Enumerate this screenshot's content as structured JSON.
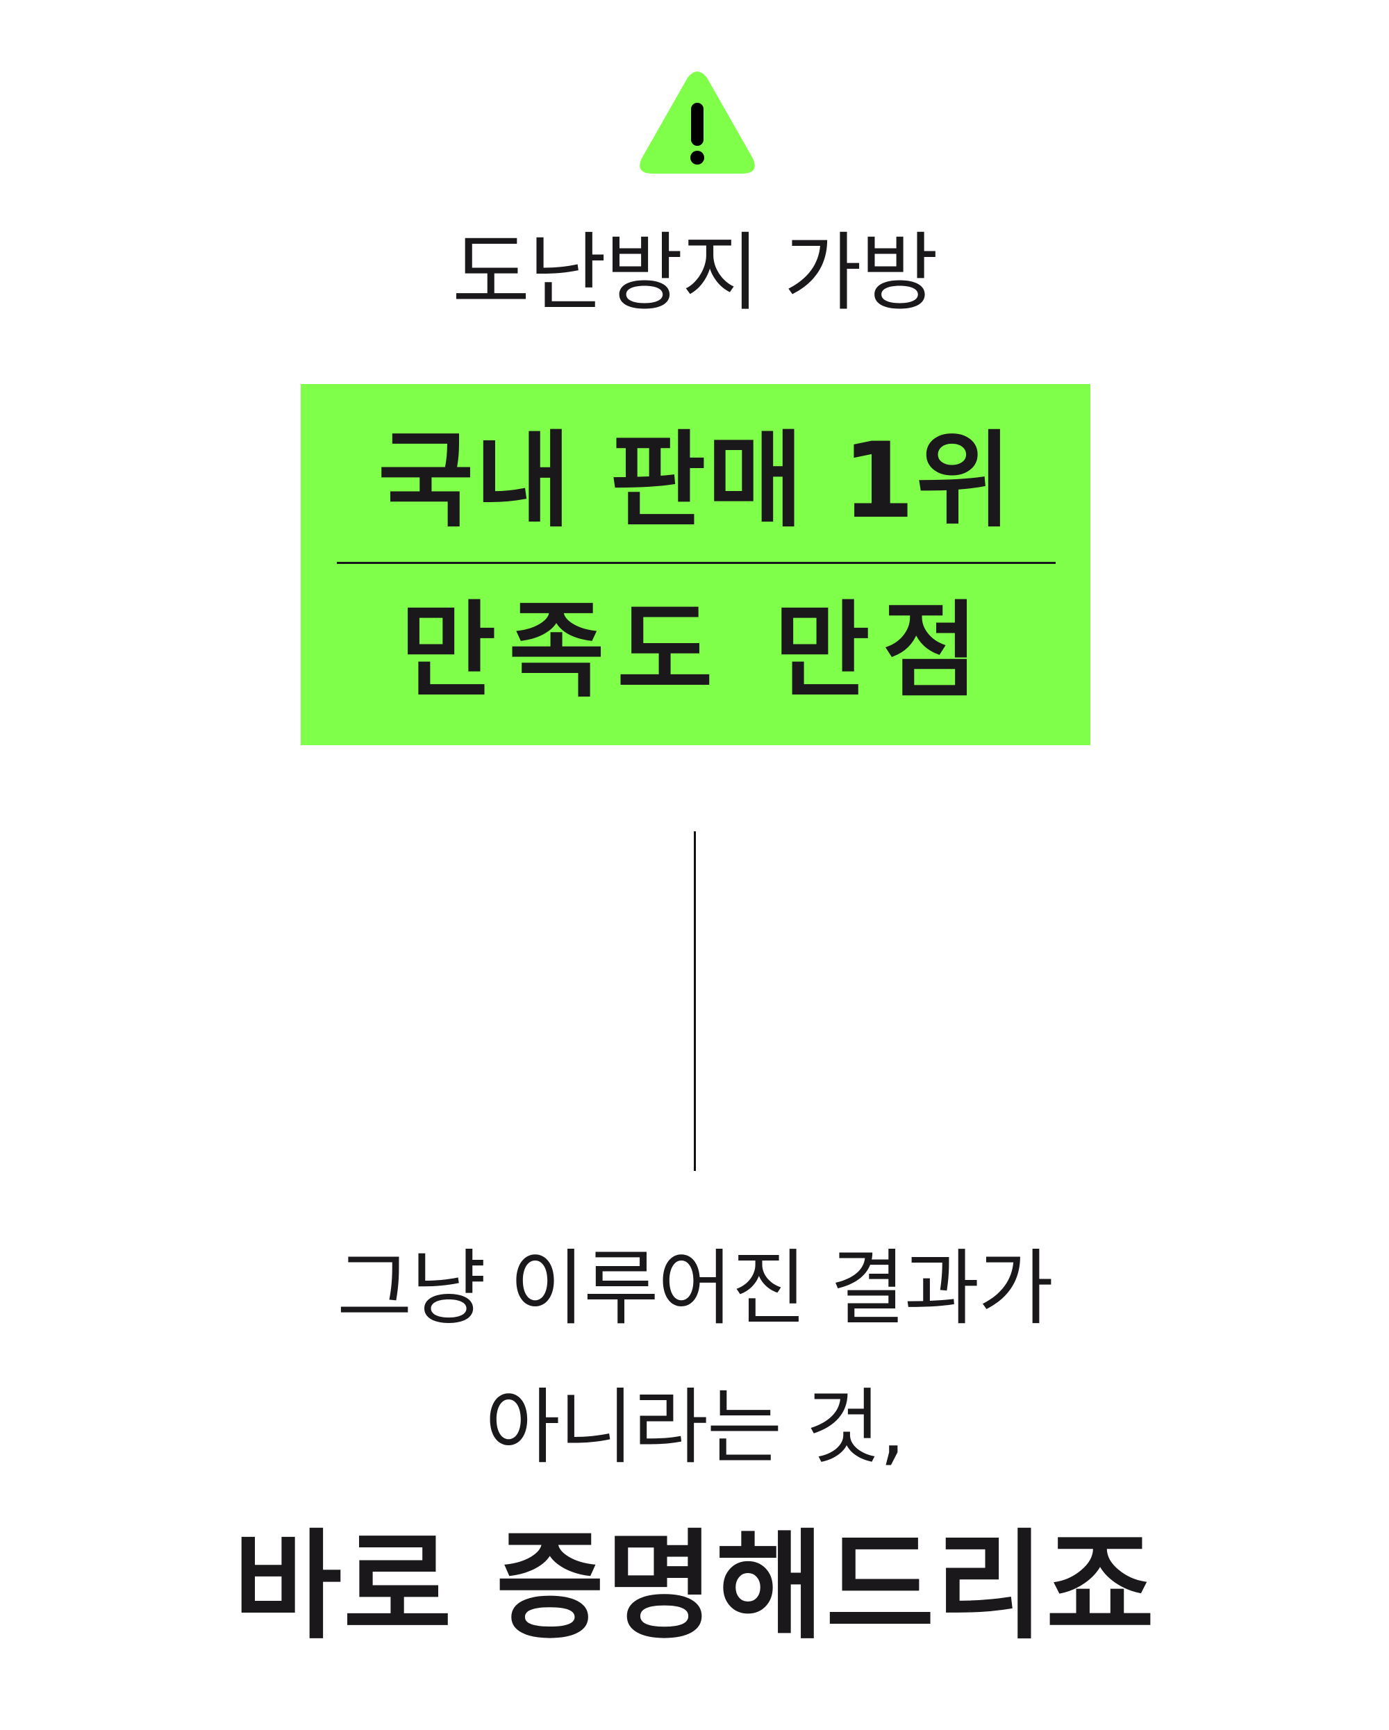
{
  "header": {
    "icon": "warning-triangle-icon",
    "icon_color": "#80FF4A",
    "subtitle": "도난방지 가방"
  },
  "highlight_box": {
    "background_color": "#80FF4A",
    "line1": "국내 판매 1위",
    "line2": "만족도 만점"
  },
  "body": {
    "line1": "그냥 이루어진 결과가",
    "line2": "아니라는 것,",
    "headline": "바로 증명해드리죠"
  }
}
